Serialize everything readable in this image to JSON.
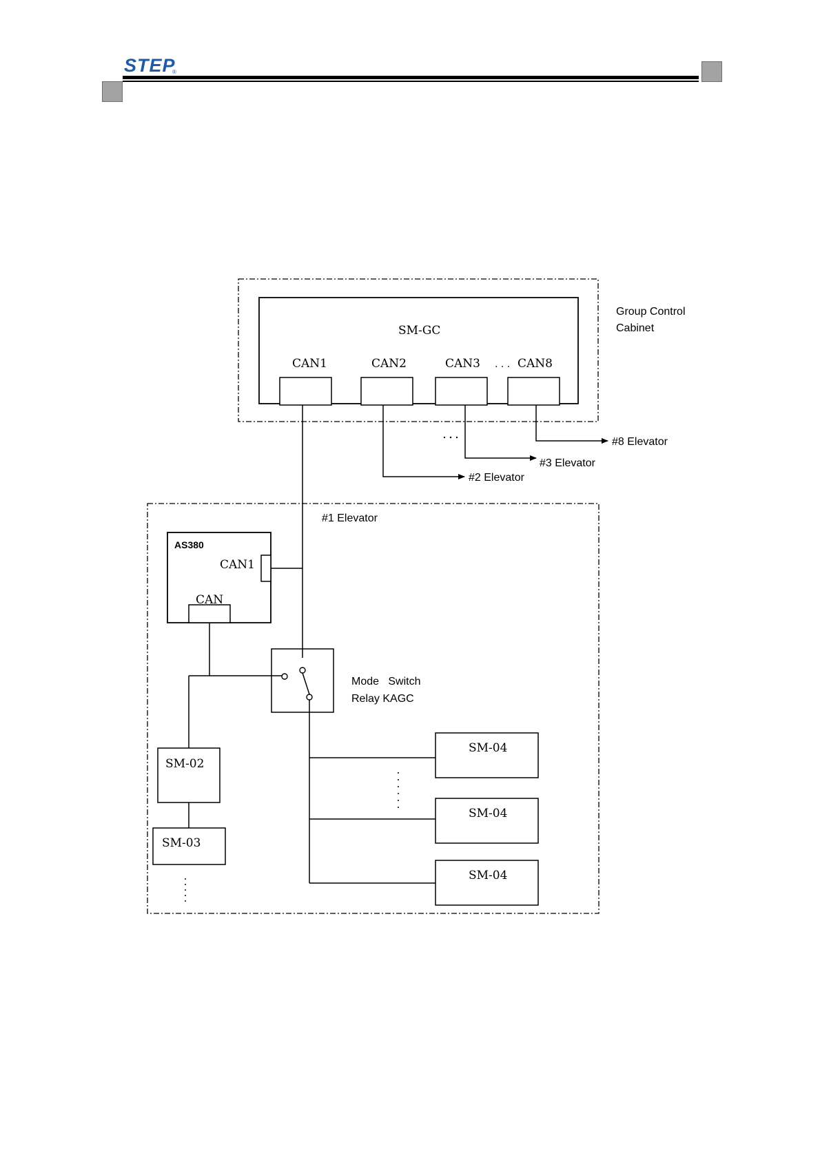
{
  "header": {
    "logo_text": "STEP",
    "logo_mark": "®"
  },
  "diagram": {
    "group_cabinet_label_line1": "Group Control",
    "group_cabinet_label_line2": "Cabinet",
    "sm_gc_label": "SM-GC",
    "can_ports": [
      "CAN1",
      "CAN2",
      "CAN3",
      "CAN8"
    ],
    "can_ellipsis": ". . .",
    "elevator_outputs": [
      "#8 Elevator",
      "#3 Elevator",
      "#2 Elevator"
    ],
    "elevator1_label": "#1 Elevator",
    "as380_label": "AS380",
    "as380_can1_label": "CAN1",
    "as380_can_label": "CAN",
    "relay_label_line1": "Mode   Switch",
    "relay_label_line2": "Relay KAGC",
    "sm02_label": "SM-02",
    "sm03_label": "SM-03",
    "sm04_labels": [
      "SM-04",
      "SM-04",
      "SM-04"
    ],
    "colors": {
      "logo": "#1e5aa8",
      "line": "#000000",
      "corner_square": "#a3a3a3"
    }
  }
}
